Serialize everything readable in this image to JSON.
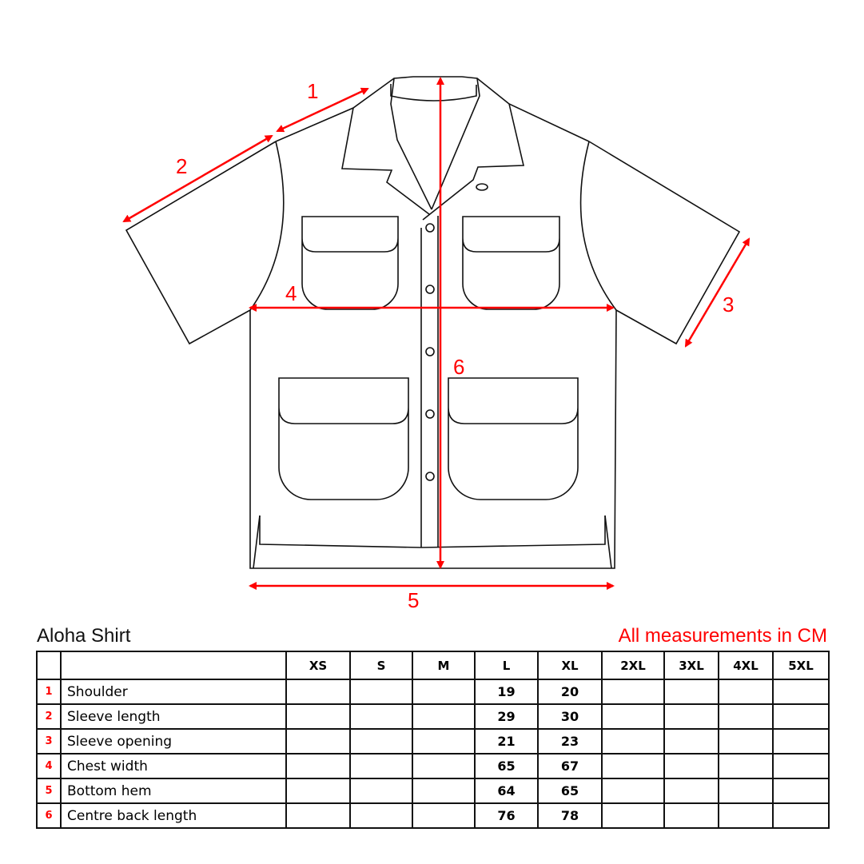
{
  "title": "Aloha Shirt",
  "units_note": "All measurements in CM",
  "diagram_labels": [
    "1",
    "2",
    "3",
    "4",
    "5",
    "6"
  ],
  "accent_color": "#ff0000",
  "sizes": [
    "XS",
    "S",
    "M",
    "L",
    "XL",
    "2XL",
    "3XL",
    "4XL",
    "5XL"
  ],
  "rows": [
    {
      "index": "1",
      "label": "Shoulder",
      "values": [
        "",
        "",
        "",
        "19",
        "20",
        "",
        "",
        "",
        ""
      ]
    },
    {
      "index": "2",
      "label": "Sleeve length",
      "values": [
        "",
        "",
        "",
        "29",
        "30",
        "",
        "",
        "",
        ""
      ]
    },
    {
      "index": "3",
      "label": "Sleeve opening",
      "values": [
        "",
        "",
        "",
        "21",
        "23",
        "",
        "",
        "",
        ""
      ]
    },
    {
      "index": "4",
      "label": "Chest width",
      "values": [
        "",
        "",
        "",
        "65",
        "67",
        "",
        "",
        "",
        ""
      ]
    },
    {
      "index": "5",
      "label": "Bottom hem",
      "values": [
        "",
        "",
        "",
        "64",
        "65",
        "",
        "",
        "",
        ""
      ]
    },
    {
      "index": "6",
      "label": "Centre back length",
      "values": [
        "",
        "",
        "",
        "76",
        "78",
        "",
        "",
        "",
        ""
      ]
    }
  ]
}
